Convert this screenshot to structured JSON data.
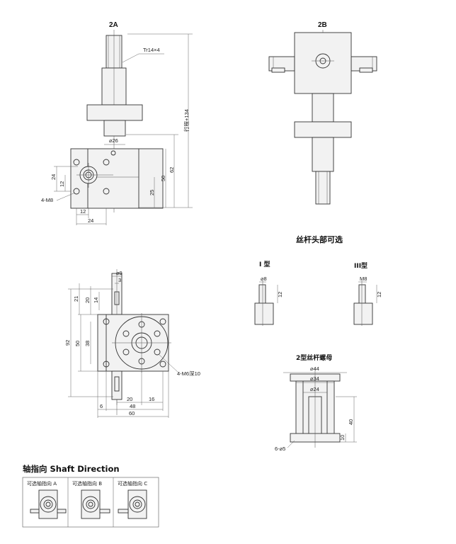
{
  "views": {
    "view_2a": "2A",
    "view_2b": "2B"
  },
  "dims_2a": {
    "thread": "Tr14×4",
    "stroke": "行程+134",
    "d26": "⌀26",
    "h62": "62",
    "h50": "50",
    "h25": "25",
    "v24": "24",
    "v12": "12",
    "holes": "4-M8",
    "w12": "12",
    "w24": "24"
  },
  "dims_top": {
    "d9": "⌀9",
    "w3": "3",
    "h21": "21",
    "h20": "20",
    "h14": "14",
    "h92": "92",
    "h50": "50",
    "h38": "38",
    "holes": "4-M6深10",
    "w20": "20",
    "w16": "16",
    "w6": "6",
    "w48": "48",
    "w60": "60"
  },
  "screw_head": {
    "title": "丝杆头部可选",
    "type1": "I 型",
    "type1_d": "⌀8",
    "type1_h": "12",
    "type3": "III型",
    "type3_m": "M8",
    "type3_h": "12"
  },
  "nut": {
    "title": "2型丝杆螺母",
    "d44": "⌀44",
    "d34": "⌀34",
    "d24": "⌀24",
    "h40": "40",
    "h10": "10",
    "holes": "6-⌀5"
  },
  "shaft_direction": {
    "title": "轴指向 Shaft Direction",
    "options": [
      "可选轴指向 A",
      "可选轴指向 B",
      "可选轴指向 C"
    ]
  }
}
